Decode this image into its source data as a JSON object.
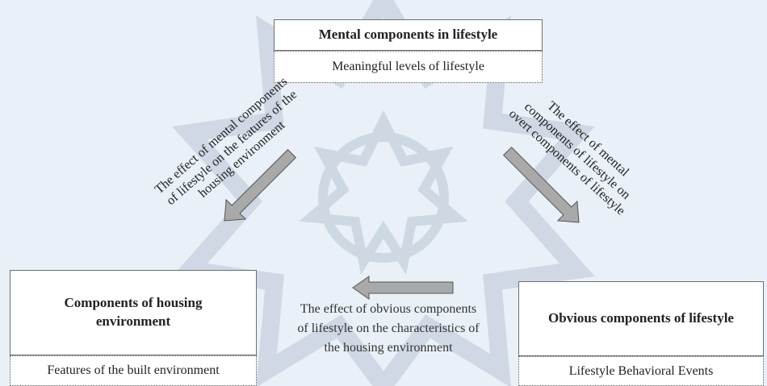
{
  "mental": {
    "title": "Mental components in lifestyle",
    "subtitle": "Meaningful levels of lifestyle"
  },
  "housing": {
    "title": "Components of housing environment",
    "subtitle": "Features of the built environment"
  },
  "obvious": {
    "title": "Obvious components of lifestyle",
    "subtitle": "Lifestyle Behavioral Events"
  },
  "effects": {
    "mental_to_housing": [
      "The effect of mental components",
      "of lifestyle on the features of the",
      "housing environment"
    ],
    "mental_to_obvious": [
      "The effect of mental",
      "components of lifestyle on",
      "overt components of lifestyle"
    ],
    "obvious_to_housing": [
      "The effect of obvious components",
      "of lifestyle on the characteristics of",
      "the housing environment"
    ]
  },
  "colors": {
    "background": "#e9f0f8",
    "arrow_fill": "#a9a9a9",
    "arrow_stroke": "#555555",
    "watermark": "#b8c4d2"
  }
}
